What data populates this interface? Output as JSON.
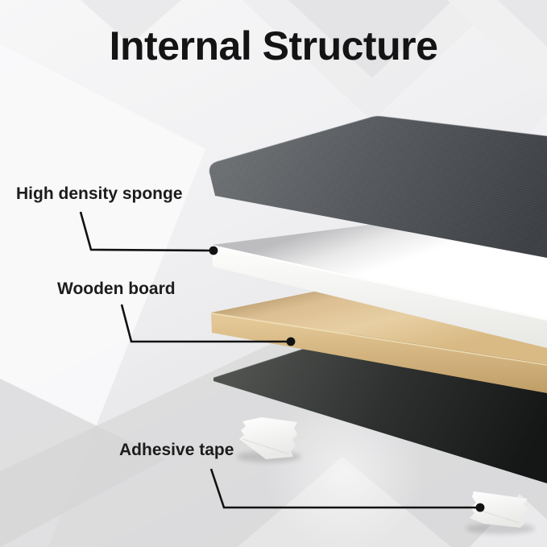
{
  "title": "Internal Structure",
  "labels": {
    "high_density_sponge": "High density sponge",
    "wooden_board": "Wooden board",
    "adhesive_tape": "Adhesive tape"
  },
  "colors": {
    "fabric_surface": "#55585c",
    "sponge_board": "#ffffff",
    "wooden_board": "#dfc396",
    "bottom_layer": "#232626",
    "adhesive_tape": "#fbfbfa",
    "leader_line": "#121212",
    "background": "#ececee",
    "text": "#1a1a1a"
  }
}
